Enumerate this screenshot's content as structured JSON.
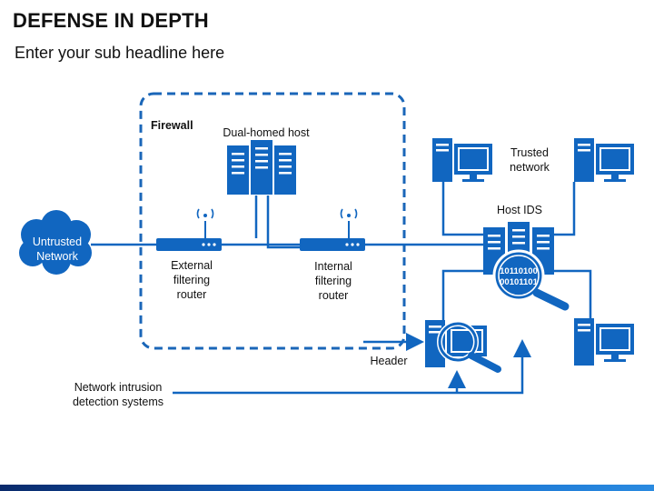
{
  "header": {
    "title": "DEFENSE IN DEPTH",
    "subtitle": "Enter your sub headline here"
  },
  "labels": {
    "firewall": "Firewall",
    "dual_homed_host": "Dual-homed host",
    "untrusted_network": "Untrusted Network",
    "external_router": "External filtering router",
    "internal_router": "Internal filtering router",
    "trusted_network": "Trusted network",
    "host_ids": "Host IDS",
    "binary_line1": "10110100",
    "binary_line2": "00101101",
    "header": "Header",
    "nids": "Network intrusion detection systems"
  },
  "colors": {
    "primary_blue": "#1166c0",
    "dashed_border": "#1a66b8",
    "text": "#111111"
  },
  "icons": [
    "cloud-icon",
    "router-icon",
    "server-icon",
    "monitor-icon",
    "magnifier-icon"
  ]
}
